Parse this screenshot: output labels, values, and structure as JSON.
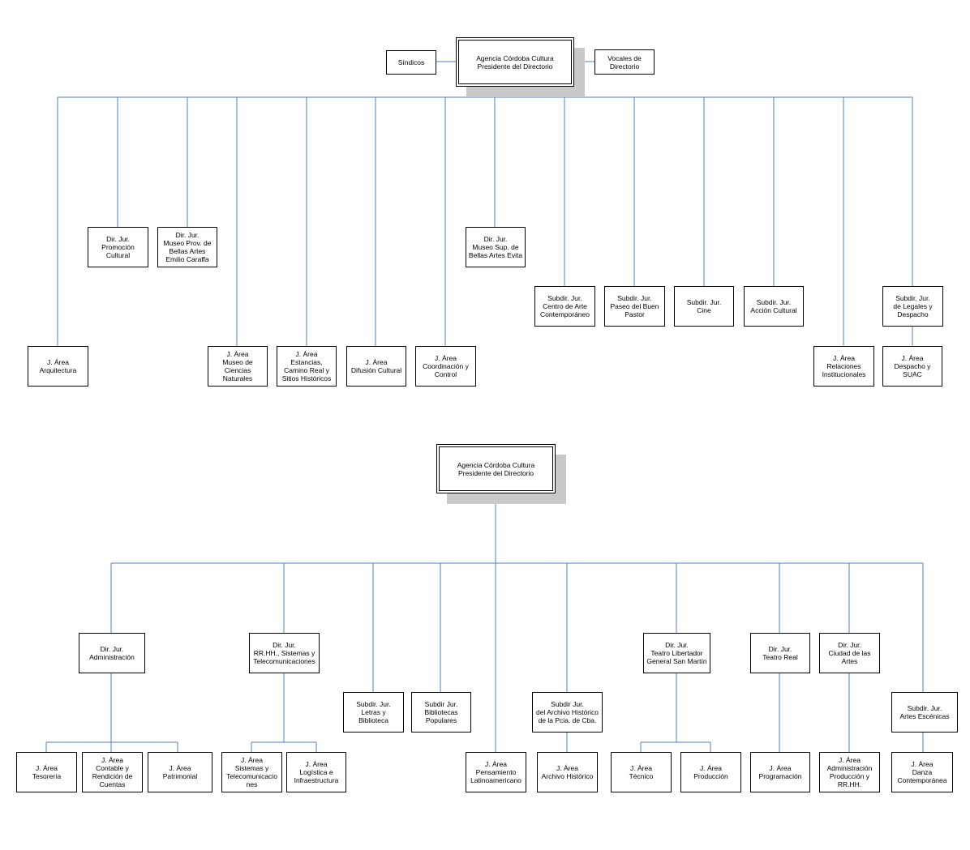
{
  "colors": {
    "connector": "#4f81bd",
    "border": "#000000",
    "shadow": "#c9c9c9"
  },
  "chart1": {
    "root": "Agencia Córdoba Cultura\nPresidente del Directorio",
    "sindicos": "Síndicos",
    "vocales": "Vocales de\nDirectorio",
    "arquitectura": "J. Área\nArquitectura",
    "promocion": "Dir. Jur.\nPromoción\nCultural",
    "caraffa": "Dir. Jur.\nMuseo Prov. de\nBellas Artes\nEmilio Caraffa",
    "ciencias": "J. Área\nMuseo de\nCiencias\nNaturales",
    "estancias": "J. Área\nEstancias,\nCamino Real y\nSitios Históricos",
    "difusion": "J. Área\nDifusión Cultural",
    "coordinacion": "J. Área\nCoordinación y\nControl",
    "evita": "Dir. Jur.\nMuseo Sup. de\nBellas Artes Evita",
    "centro_arte": "Subdir. Jur.\nCentro de Arte\nContemporáneo",
    "paseo": "Subdir. Jur.\nPaseo del Buen\nPastor",
    "cine": "Subdir. Jur.\nCine",
    "accion": "Subdir. Jur.\nAcción Cultural",
    "relaciones": "J. Área\nRelaciones\nInstitucionales",
    "legales": "Subdir. Jur.\nde Legales y\nDespacho",
    "despacho_suac": "J. Área\nDespacho y\nSUAC"
  },
  "chart2": {
    "root": "Agencia Córdoba Cultura\nPresidente del Directorio",
    "administracion": "Dir. Jur.\nAdministración",
    "tesoreria": "J. Área\nTesorería",
    "contable": "J. Área\nContable y\nRendición de\nCuentas",
    "patrimonial": "J. Área\nPatrimonial",
    "rrhh": "Dir. Jur.\nRR.HH., Sistemas y\nTelecomunicaciones",
    "sistemas": "J. Área\nSistemas y\nTelecomunicacio\nnes",
    "logistica": "J. Área\nLogística e\nInfraestructura",
    "letras": "Subdir. Jur.\nLetras y\nBiblioteca",
    "bibliotecas": "Subdir Jur.\nBibliotecas\nPopulares",
    "pensamiento": "J. Área\nPensamiento\nLatinoamericano",
    "archivo": "Subdir Jur.\ndel Archivo Histórico\nde la Pcia. de Cba.",
    "archivo_area": "J. Área\nArchivo Histórico",
    "libertador": "Dir. Jur.\nTeatro Libertador\nGeneral San Martín",
    "tecnico": "J. Área\nTécnico",
    "produccion": "J. Área\nProducción",
    "teatro_real": "Dir. Jur.\nTeatro Real",
    "programacion": "J. Área\nProgramación",
    "ciudad_artes": "Dir. Jur.\nCiudad de las\nArtes",
    "admin_prod": "J. Área\nAdministración\nProducción y\nRR.HH.",
    "escenicas": "Subdir. Jur.\nArtes Escénicas",
    "danza": "J. Área\nDanza\nContemporánea"
  }
}
